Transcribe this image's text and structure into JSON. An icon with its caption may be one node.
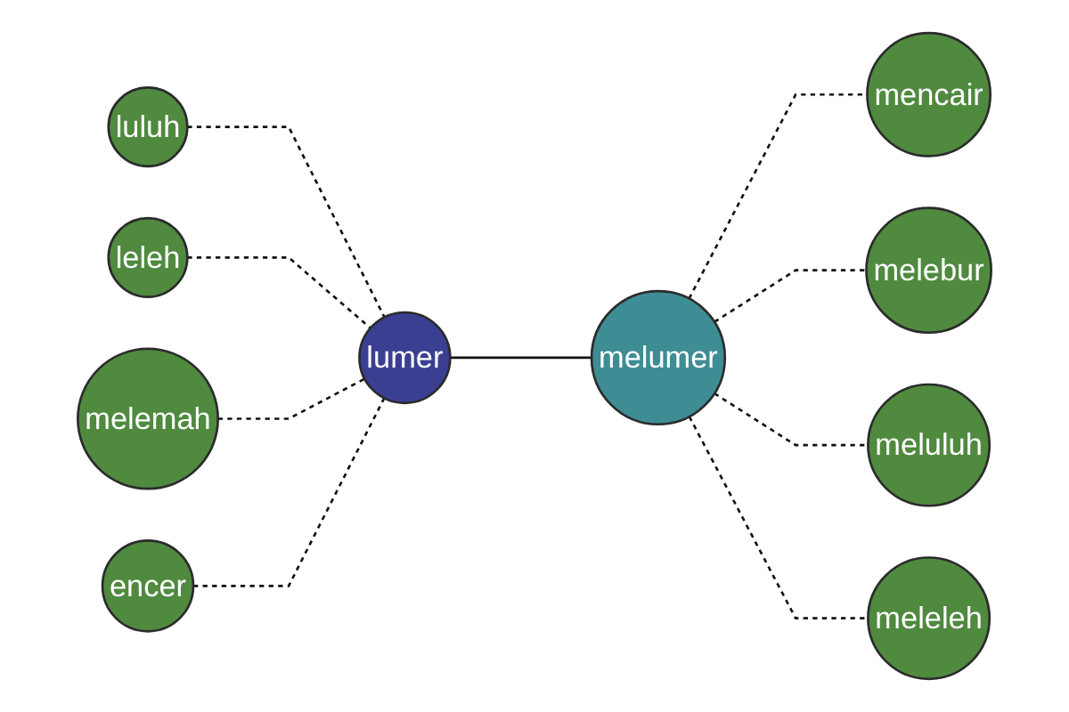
{
  "diagram": {
    "nodes": [
      {
        "text": [
          "mencair"
        ]
      },
      {
        "text": [
          "melumer"
        ]
      },
      {
        "text": [
          "melebur"
        ]
      },
      {
        "text": [
          "luluh"
        ]
      },
      {
        "text": [
          "lumer"
        ]
      },
      {
        "text": [
          "meluluh"
        ]
      },
      {
        "text": [
          "meleleh"
        ]
      },
      {
        "text": [
          "leleh"
        ]
      },
      {
        "text": [
          "melemah"
        ]
      },
      {
        "text": [
          "encer"
        ]
      }
    ],
    "edges": [
      {
        "from": 4,
        "to": 1,
        "arrow": "none"
      },
      {
        "from": 3,
        "to": 4,
        "arrow": "none",
        "style": "dashed"
      },
      {
        "from": 7,
        "to": 4,
        "arrow": "none",
        "style": "dashed"
      },
      {
        "from": 8,
        "to": 4,
        "arrow": "none",
        "style": "dashed"
      },
      {
        "from": 9,
        "to": 4,
        "arrow": "none",
        "style": "dashed"
      },
      {
        "from": 1,
        "to": 0,
        "arrow": "none",
        "style": "dashed"
      },
      {
        "from": 1,
        "to": 2,
        "arrow": "none",
        "style": "dashed"
      },
      {
        "from": 1,
        "to": 5,
        "arrow": "none",
        "style": "dashed"
      },
      {
        "from": 1,
        "to": 6,
        "arrow": "none",
        "style": "dashed"
      }
    ]
  }
}
